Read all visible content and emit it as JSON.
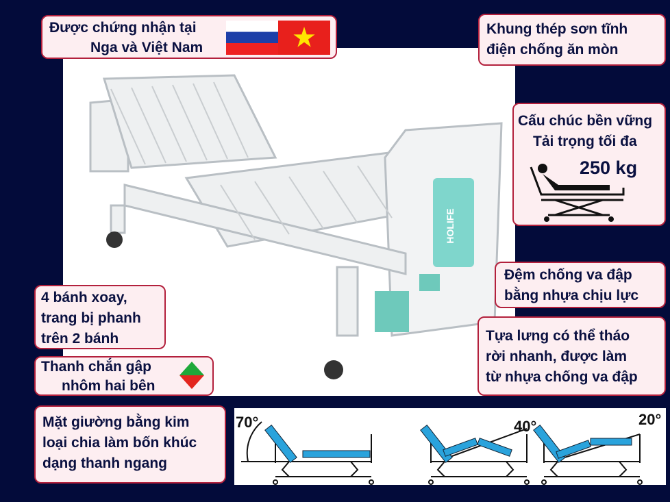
{
  "certification": {
    "line1": "Được chứng nhận tại",
    "line2": "Nga và Việt Nam",
    "flags": [
      "russia-flag",
      "vietnam-flag"
    ]
  },
  "frame": {
    "line1": "Khung thép sơn tĩnh",
    "line2": "điện chống ăn mòn"
  },
  "load": {
    "line1": "Cấu chúc bền vững",
    "line2": "Tải trọng tối đa",
    "value": "250 kg"
  },
  "bumper": {
    "line1": "Đệm chống va đập",
    "line2": "bằng nhựa chịu lực"
  },
  "backrest": {
    "line1": "Tựa lưng có thể tháo",
    "line2": "rời nhanh, được làm",
    "line3": "từ nhựa chống va đập"
  },
  "wheels": {
    "line1": "4 bánh xoay,",
    "line2": "trang bị phanh",
    "line3": "trên 2 bánh"
  },
  "rails": {
    "line1": "Thanh chắn gập",
    "line2": "nhôm hai bên"
  },
  "surface": {
    "line1": "Mặt giường bằng kim",
    "line2": "loại chia làm bốn khúc",
    "line3": "dạng thanh ngang"
  },
  "brand": "HOLIFE",
  "angles": [
    "70°",
    "40°",
    "20°"
  ],
  "colors": {
    "background": "#030b3a",
    "callout_bg": "#fdeef1",
    "callout_border": "#b3203c",
    "accent": "#2aa3dc"
  }
}
